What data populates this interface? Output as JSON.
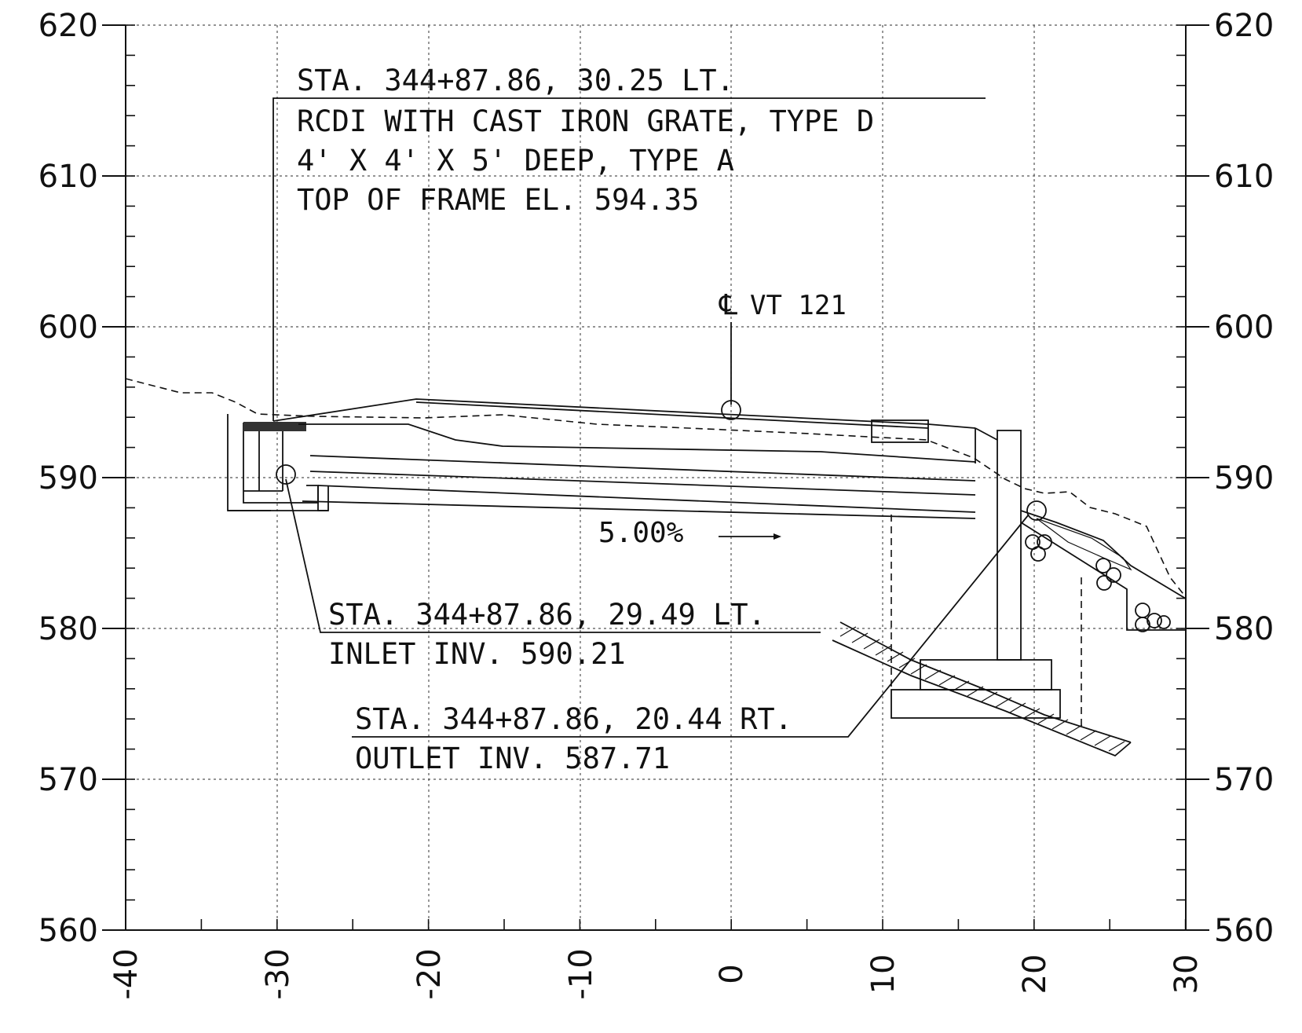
{
  "drawing": {
    "y_axis_labels": [
      "620",
      "610",
      "600",
      "590",
      "580",
      "570",
      "560"
    ],
    "x_axis_labels": [
      "-40",
      "-30",
      "-20",
      "-10",
      "0",
      "10",
      "20",
      "30"
    ],
    "callout_top": {
      "line1": "STA. 344+87.86, 30.25 LT.",
      "line2": "RCDI WITH CAST IRON GRATE, TYPE D",
      "line3": "4' X 4' X 5' DEEP, TYPE A",
      "line4": "TOP OF FRAME EL. 594.35"
    },
    "centerline_label": "VT 121",
    "centerline_symbol": "℄",
    "slope_label": "5.00%",
    "callout_inlet": {
      "line1": "STA. 344+87.86, 29.49 LT.",
      "line2": "INLET INV. 590.21"
    },
    "callout_outlet": {
      "line1": "STA. 344+87.86, 20.44 RT.",
      "line2": "OUTLET INV. 587.71"
    }
  }
}
